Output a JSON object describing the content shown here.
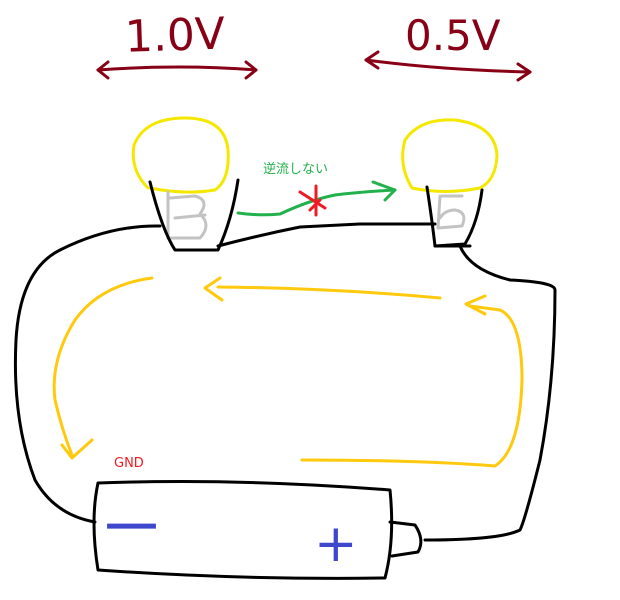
{
  "labels": {
    "left_voltage": "1.0V",
    "right_voltage": "0.5V",
    "no_backflow": "逆流しない",
    "gnd": "GND",
    "minus": "−",
    "plus": "+"
  },
  "colors": {
    "voltage": "#880015",
    "bulb": "#f5e800",
    "socket": "#c3c3c3",
    "wire": "#000000",
    "current": "#ffc90e",
    "backflow_arrow": "#22b14c",
    "cross": "#ed1c24",
    "gnd": "#ed1c24",
    "terminal": "#3f48cc"
  }
}
